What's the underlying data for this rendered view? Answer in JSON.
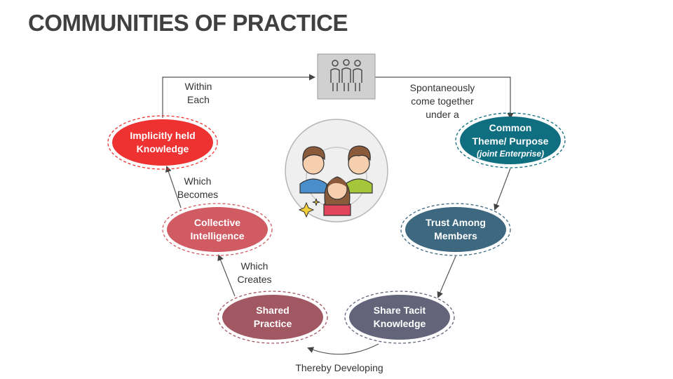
{
  "title": "COMMUNITIES OF PRACTICE",
  "icons": {
    "top": "group-of-people-icon",
    "center": "team-members-icon",
    "sparkle": "sparkle-icon"
  },
  "nodes": [
    {
      "id": "implicit",
      "lines": [
        "Implicitly held",
        "Knowledge"
      ],
      "color": "#ee3232"
    },
    {
      "id": "common",
      "lines": [
        "Common",
        "Theme/ Purpose"
      ],
      "sub": "(joint Enterprise)",
      "color": "#0f6f80"
    },
    {
      "id": "trust",
      "lines": [
        "Trust Among",
        "Members"
      ],
      "color": "#3d6880"
    },
    {
      "id": "tacit",
      "lines": [
        "Share Tacit",
        "Knowledge"
      ],
      "color": "#63637a"
    },
    {
      "id": "shared",
      "lines": [
        "Shared",
        "Practice"
      ],
      "color": "#a15862"
    },
    {
      "id": "collective",
      "lines": [
        "Collective",
        "Intelligence"
      ],
      "color": "#d15b63"
    }
  ],
  "edges": {
    "within_each": [
      "Within",
      "Each"
    ],
    "spontaneously": [
      "Spontaneously",
      "come together",
      "under a"
    ],
    "which_becomes": [
      "Which",
      "Becomes"
    ],
    "which_creates": [
      "Which",
      "Creates"
    ],
    "thereby_developing": "Thereby Developing"
  }
}
